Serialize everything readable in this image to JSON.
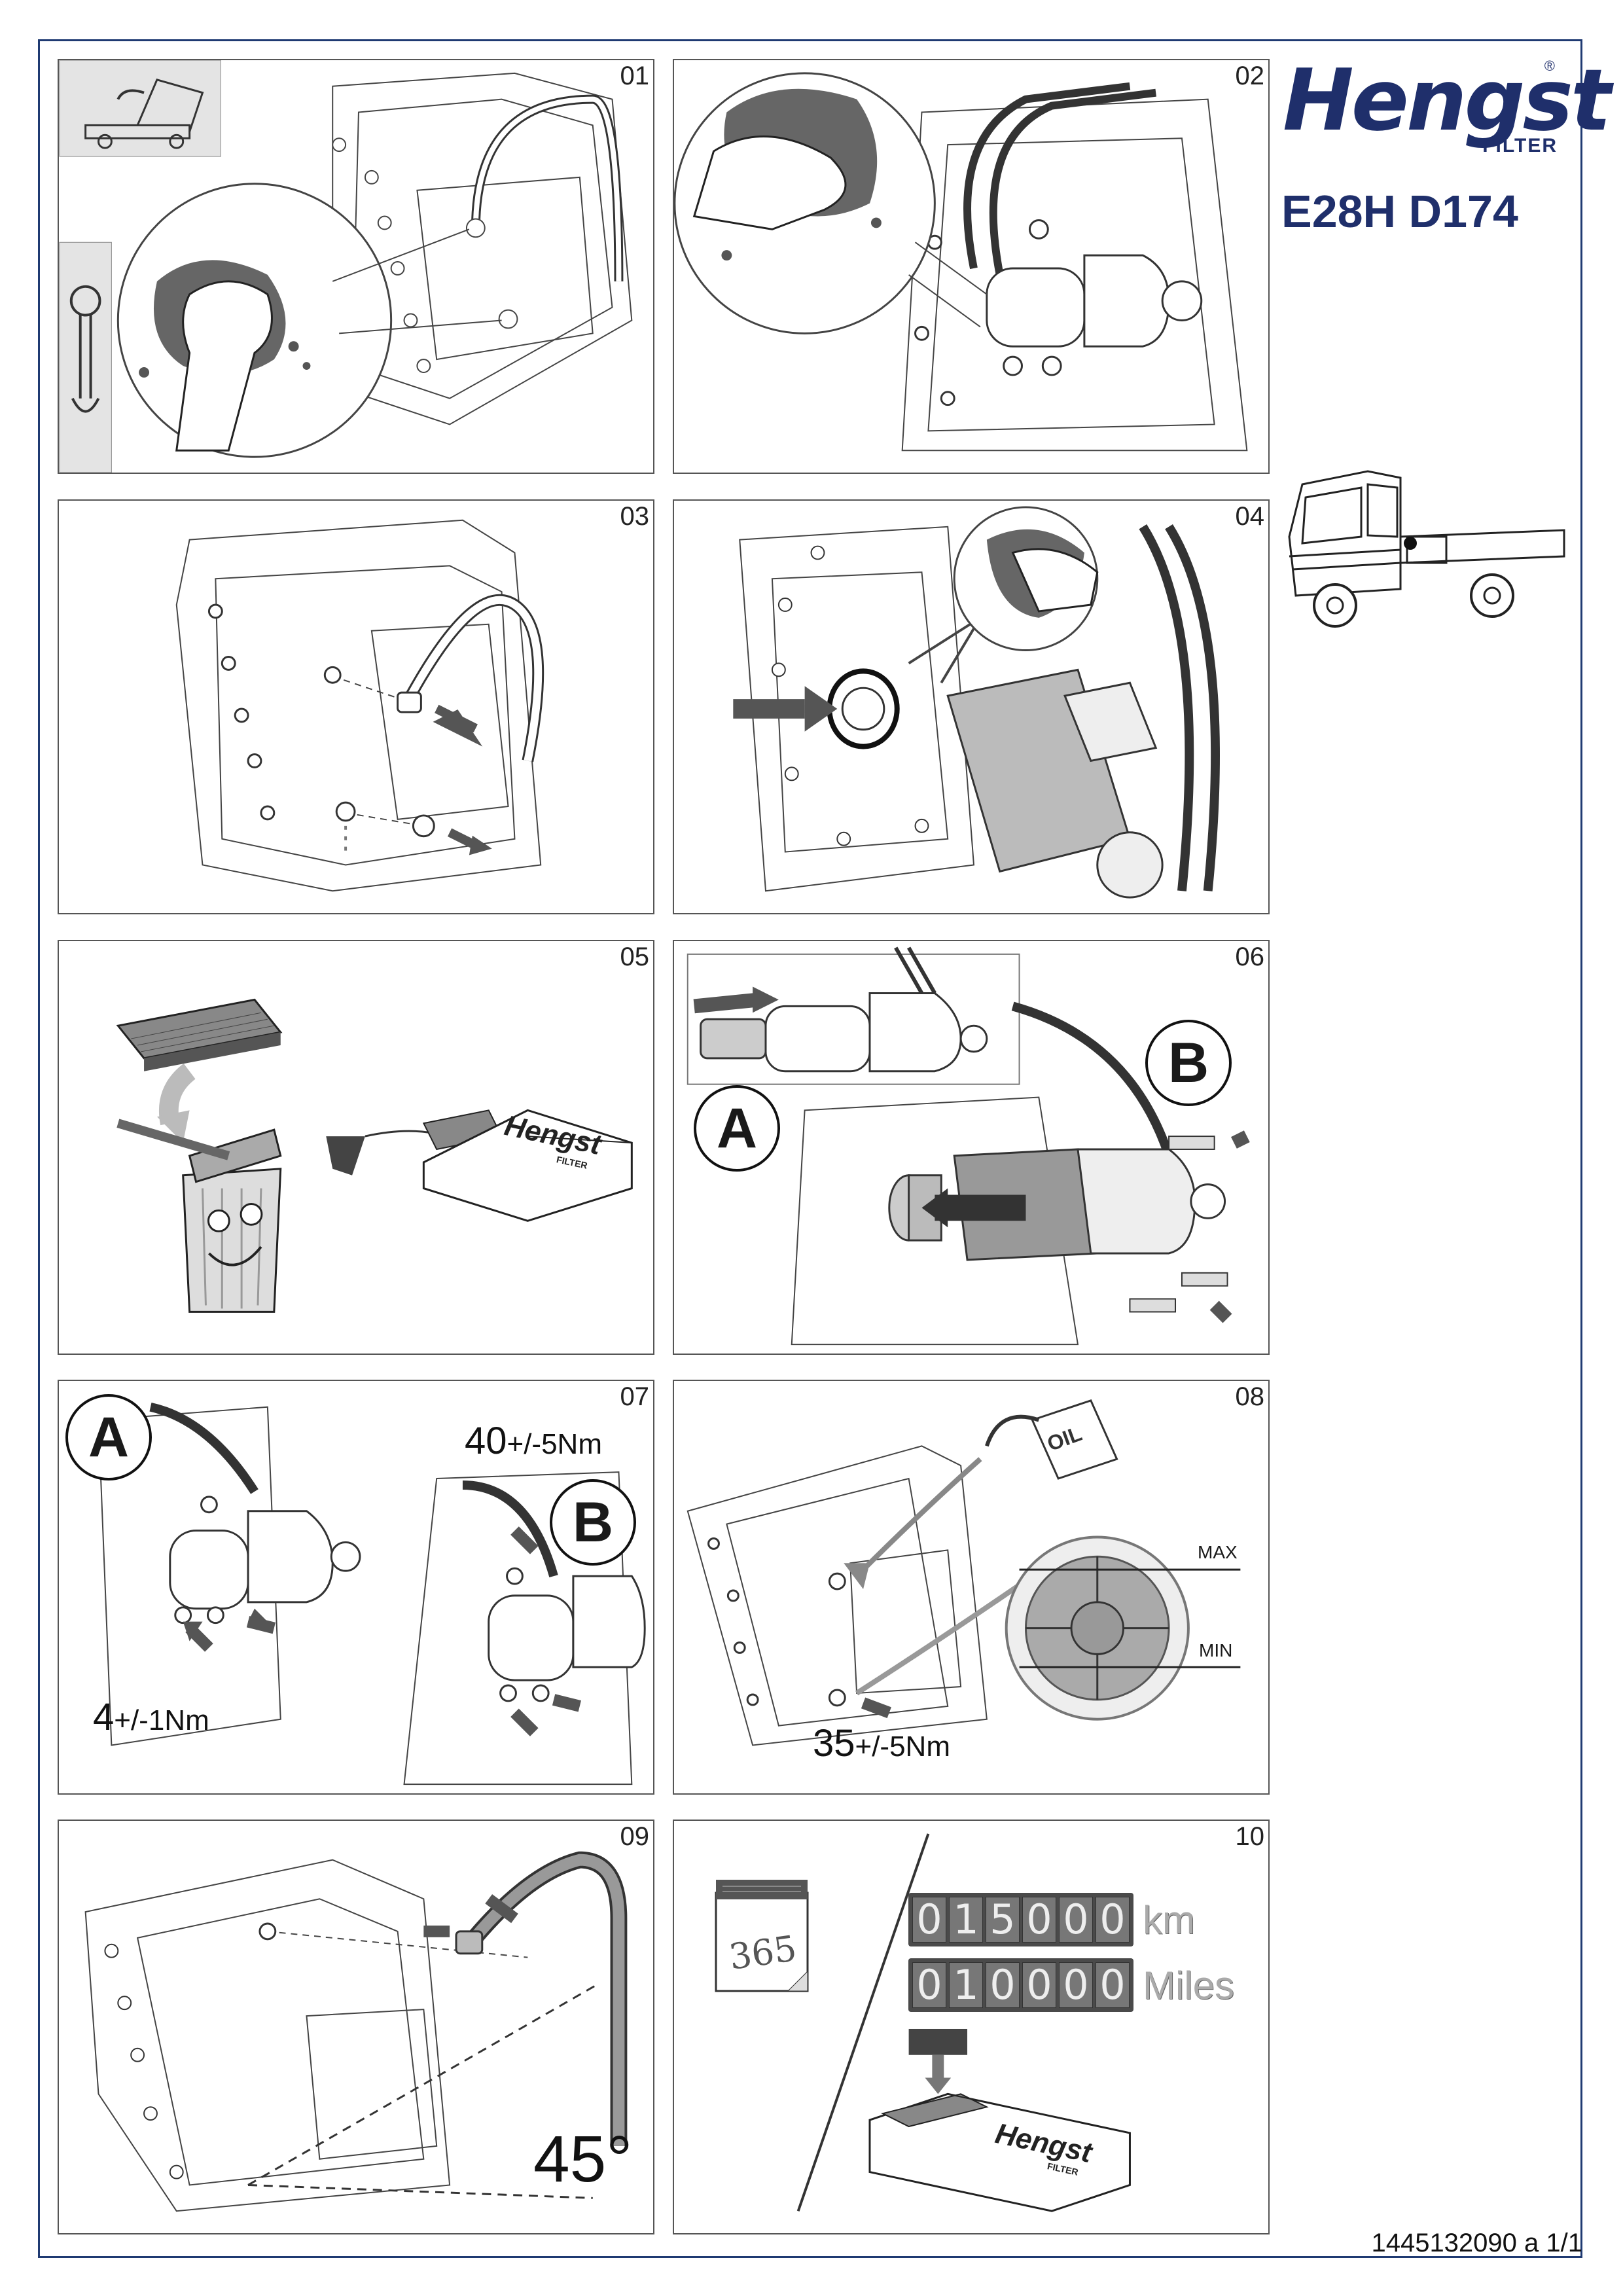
{
  "header": {
    "brand": "Hengst",
    "brand_reg": "®",
    "brand_sub": "FILTER",
    "part_number": "E28H D174"
  },
  "footer": {
    "document_code": "1445132090 a 1/1"
  },
  "steps": [
    {
      "number": "01"
    },
    {
      "number": "02"
    },
    {
      "number": "03"
    },
    {
      "number": "04"
    },
    {
      "number": "05",
      "box_brand": "Hengst",
      "box_sub": "FILTER"
    },
    {
      "number": "06",
      "label_a": "A",
      "label_b": "B"
    },
    {
      "number": "07",
      "label_a": "A",
      "label_b": "B",
      "torque_b_value": "40",
      "torque_b_tol": "+/-5Nm",
      "torque_a_value": "4",
      "torque_a_tol": "+/-1Nm"
    },
    {
      "number": "08",
      "max_label": "MAX",
      "min_label": "MIN",
      "oil_label": "OIL",
      "torque_value": "35",
      "torque_tol": "+/-5Nm"
    },
    {
      "number": "09",
      "angle": "45°"
    },
    {
      "number": "10",
      "calendar_days": "365",
      "odo_km_digits": "015000",
      "odo_km_unit": "km",
      "odo_miles_digits": "010000",
      "odo_miles_unit": "Miles",
      "box_brand": "Hengst",
      "box_sub": "FILTER"
    }
  ],
  "colors": {
    "brand_blue": "#1f2f6b",
    "frame_blue": "#1f3a72",
    "arrow_gray": "#555555"
  },
  "icons": [
    "cab-tilt-icon",
    "wrench-icon",
    "cleaning-hand-icon",
    "truck-icon",
    "trash-bin-icon",
    "oil-can-icon",
    "calendar-icon"
  ]
}
